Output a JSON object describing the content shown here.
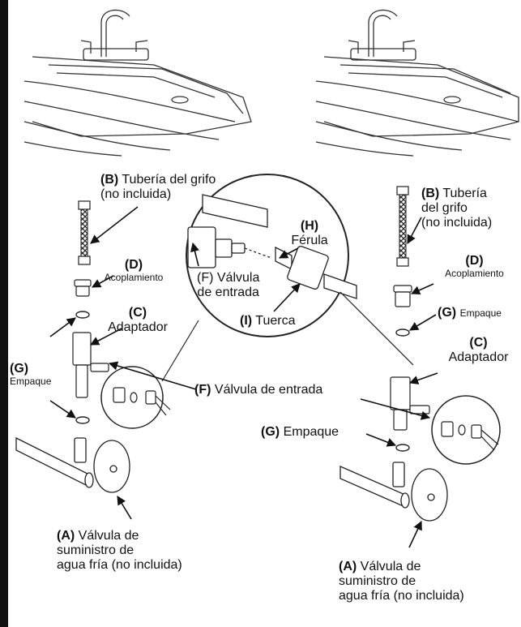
{
  "labels": {
    "b_tubing_left": {
      "letter": "(B)",
      "line1": "Tubería del grifo",
      "line2": "(no incluida)"
    },
    "d_coupling_left": {
      "letter": "(D)",
      "text": "Acoplamiento"
    },
    "c_adapter_left": {
      "letter": "(C)",
      "text": "Adaptador"
    },
    "g_gasket_left": {
      "letter": "(G)",
      "text": "Empaque"
    },
    "h_ferrule": {
      "letter": "(H)",
      "text": "Férula"
    },
    "f_valve_detail": {
      "line1": "(F) Válvula",
      "line2": "de entrada"
    },
    "i_nut": {
      "letter": "(I)",
      "text": "Tuerca"
    },
    "f_valve_middle": {
      "letter": "(F)",
      "text": "Válvula de entrada"
    },
    "g_gasket_middle": {
      "letter": "(G)",
      "text": "Empaque"
    },
    "a_supply_left": {
      "letter": "(A)",
      "line1": "Válvula de",
      "line2": "suministro de",
      "line3": "agua fría (no incluida)"
    },
    "b_tubing_right": {
      "letter": "(B)",
      "line1": "Tubería",
      "line2": "del grifo",
      "line3": "(no incluida)"
    },
    "d_coupling_right": {
      "letter": "(D)",
      "text": "Acoplamiento"
    },
    "g_gasket_right": {
      "letter": "(G)",
      "text": "Empaque"
    },
    "c_adapter_right": {
      "letter": "(C)",
      "text": "Adaptador"
    },
    "a_supply_right": {
      "letter": "(A)",
      "line1": "Válvula de",
      "line2": "suministro de",
      "line3": "agua fría (no incluida)"
    }
  }
}
